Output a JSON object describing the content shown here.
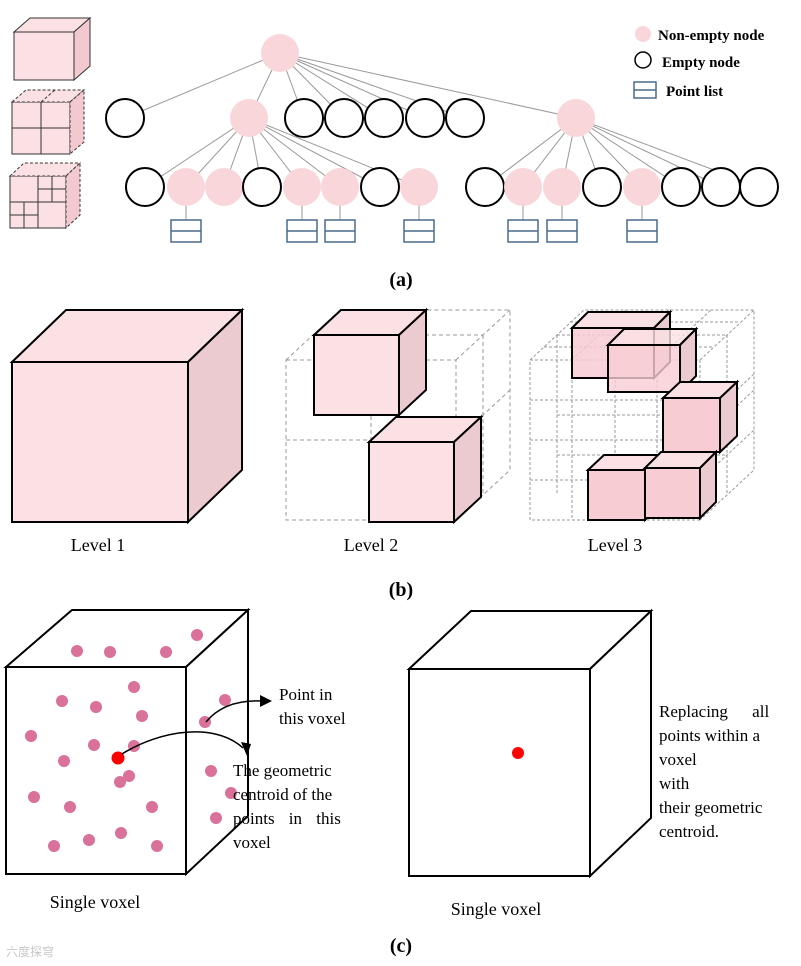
{
  "legend": {
    "non_empty": "Non-empty node",
    "empty": "Empty node",
    "point_list": "Point list"
  },
  "panel_labels": {
    "a": "(a)",
    "b": "(b)",
    "c": "(c)"
  },
  "levels": [
    "Level 1",
    "Level 2",
    "Level 3"
  ],
  "panel_c": {
    "point_in_voxel": [
      "Point in",
      "this voxel"
    ],
    "centroid_note": [
      "The geometric",
      "centroid of the",
      "points in this",
      "voxel"
    ],
    "replacing_note": [
      "Replacing all",
      "points within a",
      "voxel with",
      "their geometric",
      "centroid."
    ],
    "single_voxel_left": "Single voxel",
    "single_voxel_right": "Single voxel"
  },
  "colors": {
    "pink_fill": "#fbe1e4",
    "pink_node": "#f9d6da",
    "point_dot": "#d9719a",
    "centroid": "#ff0000",
    "point_list": "#4a6c8c"
  },
  "watermark": "六度探穹"
}
